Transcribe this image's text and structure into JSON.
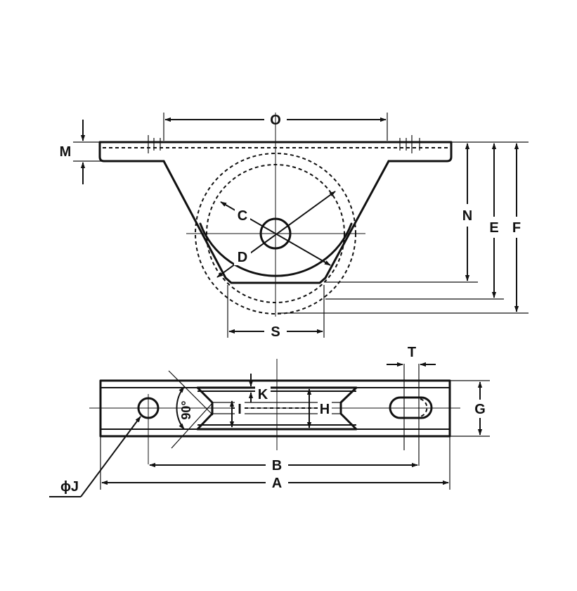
{
  "labels": {
    "O": "O",
    "M": "M",
    "C": "C",
    "D": "D",
    "N": "N",
    "E": "E",
    "F": "F",
    "S": "S",
    "T": "T",
    "K": "K",
    "I": "I",
    "H": "H",
    "G": "G",
    "angle": "90°",
    "phiJ": "ϕJ",
    "B": "B",
    "A": "A"
  }
}
